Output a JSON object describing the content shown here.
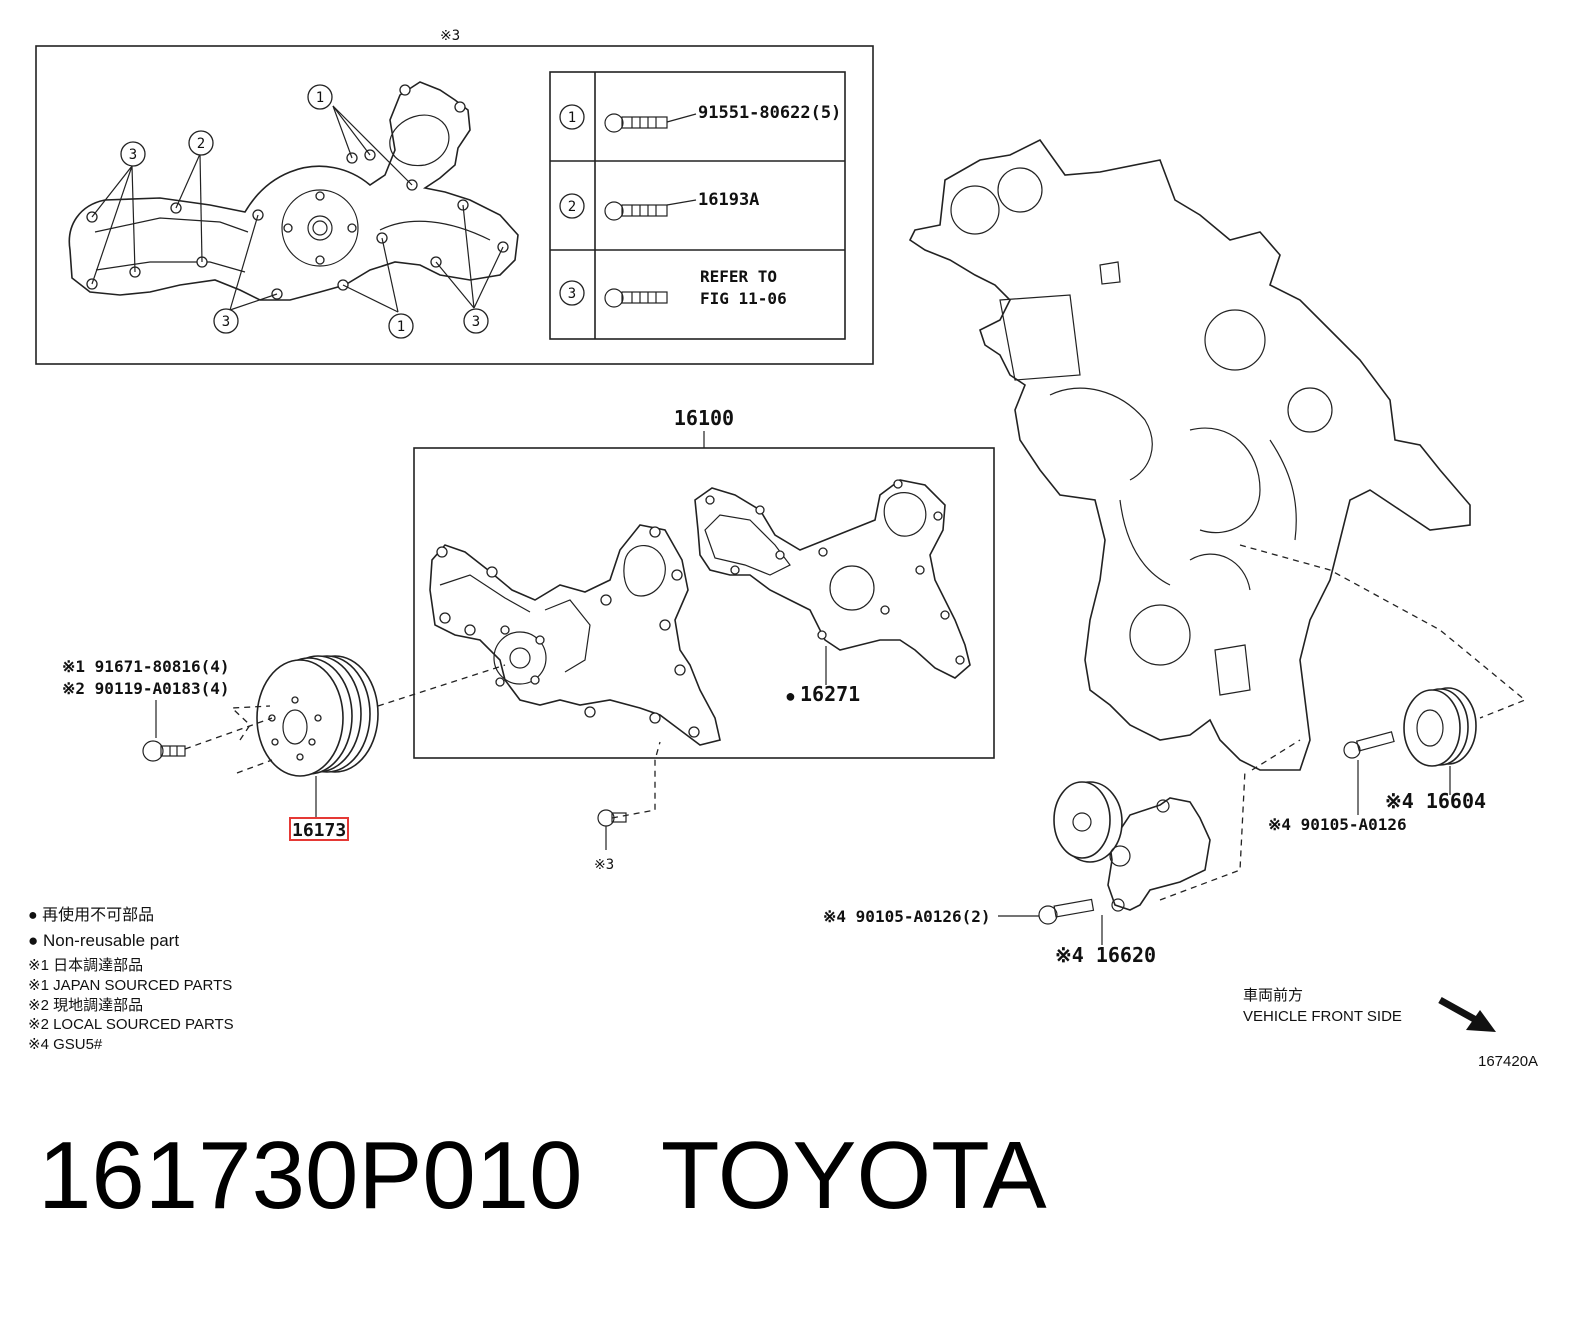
{
  "inset": {
    "marker": "※3",
    "callouts": [
      "1",
      "2",
      "3"
    ],
    "bolt_table": [
      {
        "num": "1",
        "part": "91551-80622(5)"
      },
      {
        "num": "2",
        "part": "16193A"
      },
      {
        "num": "3",
        "part_line1": "REFER TO",
        "part_line2": "FIG 11-06"
      }
    ]
  },
  "assembly": {
    "label": "16100"
  },
  "parts": {
    "gasket": {
      "mark": "●",
      "label": "16271"
    },
    "pulley": {
      "label": "16173",
      "highlight": "#e53935"
    },
    "pulley_bolts": {
      "line1": "※1 91671-80816(4)",
      "line2": "※2 90119-A0183(4)"
    },
    "pump_bolt": {
      "label": "※3"
    },
    "idler": {
      "label": "※4 16604"
    },
    "idler_bolt": {
      "label": "※4 90105-A0126"
    },
    "tensioner": {
      "label": "※4 16620"
    },
    "tensioner_bolt": {
      "label": "※4 90105-A0126(2)"
    }
  },
  "legend": [
    {
      "text": "●  再使用不可部品"
    },
    {
      "text": "●  Non-reusable part"
    },
    {
      "text": "※1  日本調達部品"
    },
    {
      "text": "※1  JAPAN SOURCED PARTS"
    },
    {
      "text": "※2  現地調達部品"
    },
    {
      "text": "※2  LOCAL SOURCED PARTS"
    },
    {
      "text": "※4 GSU5#"
    }
  ],
  "front": {
    "line1": "車両前方",
    "line2": "VEHICLE FRONT SIDE"
  },
  "figure_code": "167420A",
  "product_title": "161730P010   TOYOTA"
}
